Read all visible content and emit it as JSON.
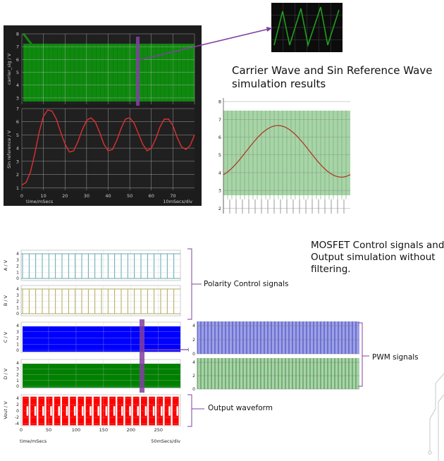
{
  "captions": {
    "carrier_title": "Carrier Wave and Sin Reference Wave simulation results",
    "mosfet_title_line1": "MOSFET Control signals and",
    "mosfet_title_line2": "Output simulation without",
    "mosfet_title_line3": "filtering.",
    "polarity_label": "Polarity Control signals",
    "output_label": "Output waveform",
    "pwm_label": "PWM signals"
  },
  "scope1": {
    "xaxis_title": "time/mSecs",
    "xscale": "10mSecs/div",
    "ylabel_top": "carrier_sig / V",
    "ylabel_bottom": "Sin reference / V",
    "colors": {
      "carrier": "#0f8a0f",
      "sin": "#e03030",
      "bg": "#1c1c1c"
    }
  },
  "scope2": {
    "xaxis_title": "time/mSecs",
    "xscale": "50mSecs/div",
    "ylabels": [
      "A / V",
      "B / V",
      "C / V",
      "D / V",
      "Vout / V"
    ],
    "colors": {
      "A": "#4aa0a8",
      "B": "#a8a040",
      "C": "#0000ff",
      "D": "#008000",
      "Vout": "#ff0000"
    }
  },
  "chart_data": [
    {
      "type": "line",
      "name": "carrier_sig",
      "ylabel": "carrier_sig / V",
      "ylim": [
        2.5,
        8
      ],
      "y_ticks": [
        3,
        4,
        5,
        6,
        7,
        8
      ],
      "x_range_ms": [
        0,
        80
      ],
      "series": [
        {
          "values_range_V": [
            3,
            7.2
          ]
        }
      ]
    },
    {
      "type": "line",
      "name": "sin_reference",
      "xlabel": "time/mSecs",
      "ylabel": "Sin reference / V",
      "xlim": [
        0,
        80
      ],
      "ylim": [
        0.8,
        7
      ],
      "x_ticks": [
        0,
        10,
        20,
        30,
        40,
        50,
        60,
        70
      ],
      "y_ticks": [
        1,
        2,
        3,
        4,
        5,
        6,
        7
      ],
      "x": [
        0,
        2,
        4,
        6,
        8,
        10,
        12,
        14,
        16,
        18,
        20,
        22,
        24,
        26,
        28,
        30,
        32,
        34,
        36,
        38,
        40,
        42,
        44,
        46,
        48,
        50,
        52,
        54,
        56,
        58,
        60,
        62,
        64,
        66,
        68,
        70,
        72,
        74,
        76,
        78,
        80
      ],
      "series": [
        {
          "values": [
            1.2,
            1.4,
            2.2,
            3.6,
            5.2,
            6.4,
            6.9,
            6.8,
            6.2,
            5.2,
            4.3,
            3.7,
            3.8,
            4.5,
            5.4,
            6.1,
            6.3,
            6.0,
            5.2,
            4.3,
            3.8,
            3.9,
            4.6,
            5.5,
            6.2,
            6.3,
            5.9,
            5.1,
            4.3,
            3.8,
            4.0,
            4.7,
            5.6,
            6.2,
            6.2,
            5.7,
            4.8,
            4.1,
            3.9,
            4.2,
            5.0
          ]
        }
      ]
    },
    {
      "type": "line",
      "name": "zoom",
      "ylim": [
        1.7,
        8.2
      ],
      "y_ticks": [
        2,
        3,
        4,
        5,
        6,
        7,
        8
      ],
      "series": [
        {
          "values_range_V": [
            2.5,
            7.5
          ]
        }
      ]
    },
    {
      "type": "line",
      "name": "mosfet",
      "xlabel": "time/mSecs",
      "xlim": [
        0,
        290
      ],
      "x_ticks": [
        0,
        50,
        100,
        150,
        200,
        250
      ],
      "panels": [
        {
          "ylabel": "A / V",
          "y_ticks": [
            0,
            1,
            2,
            3,
            4
          ]
        },
        {
          "ylabel": "B / V",
          "y_ticks": [
            0,
            1,
            2,
            3,
            4
          ]
        },
        {
          "ylabel": "C / V",
          "y_ticks": [
            0,
            1,
            2,
            3,
            4
          ]
        },
        {
          "ylabel": "D / V",
          "y_ticks": [
            0,
            1,
            2,
            3,
            4
          ]
        },
        {
          "ylabel": "Vout / V",
          "y_ticks": [
            -4,
            -2,
            0,
            2,
            4
          ]
        }
      ]
    },
    {
      "type": "line",
      "name": "pwm_zoom",
      "panels": [
        {
          "y_ticks": [
            0,
            2,
            4
          ]
        },
        {
          "y_ticks": [
            0,
            2,
            4
          ]
        }
      ]
    }
  ]
}
